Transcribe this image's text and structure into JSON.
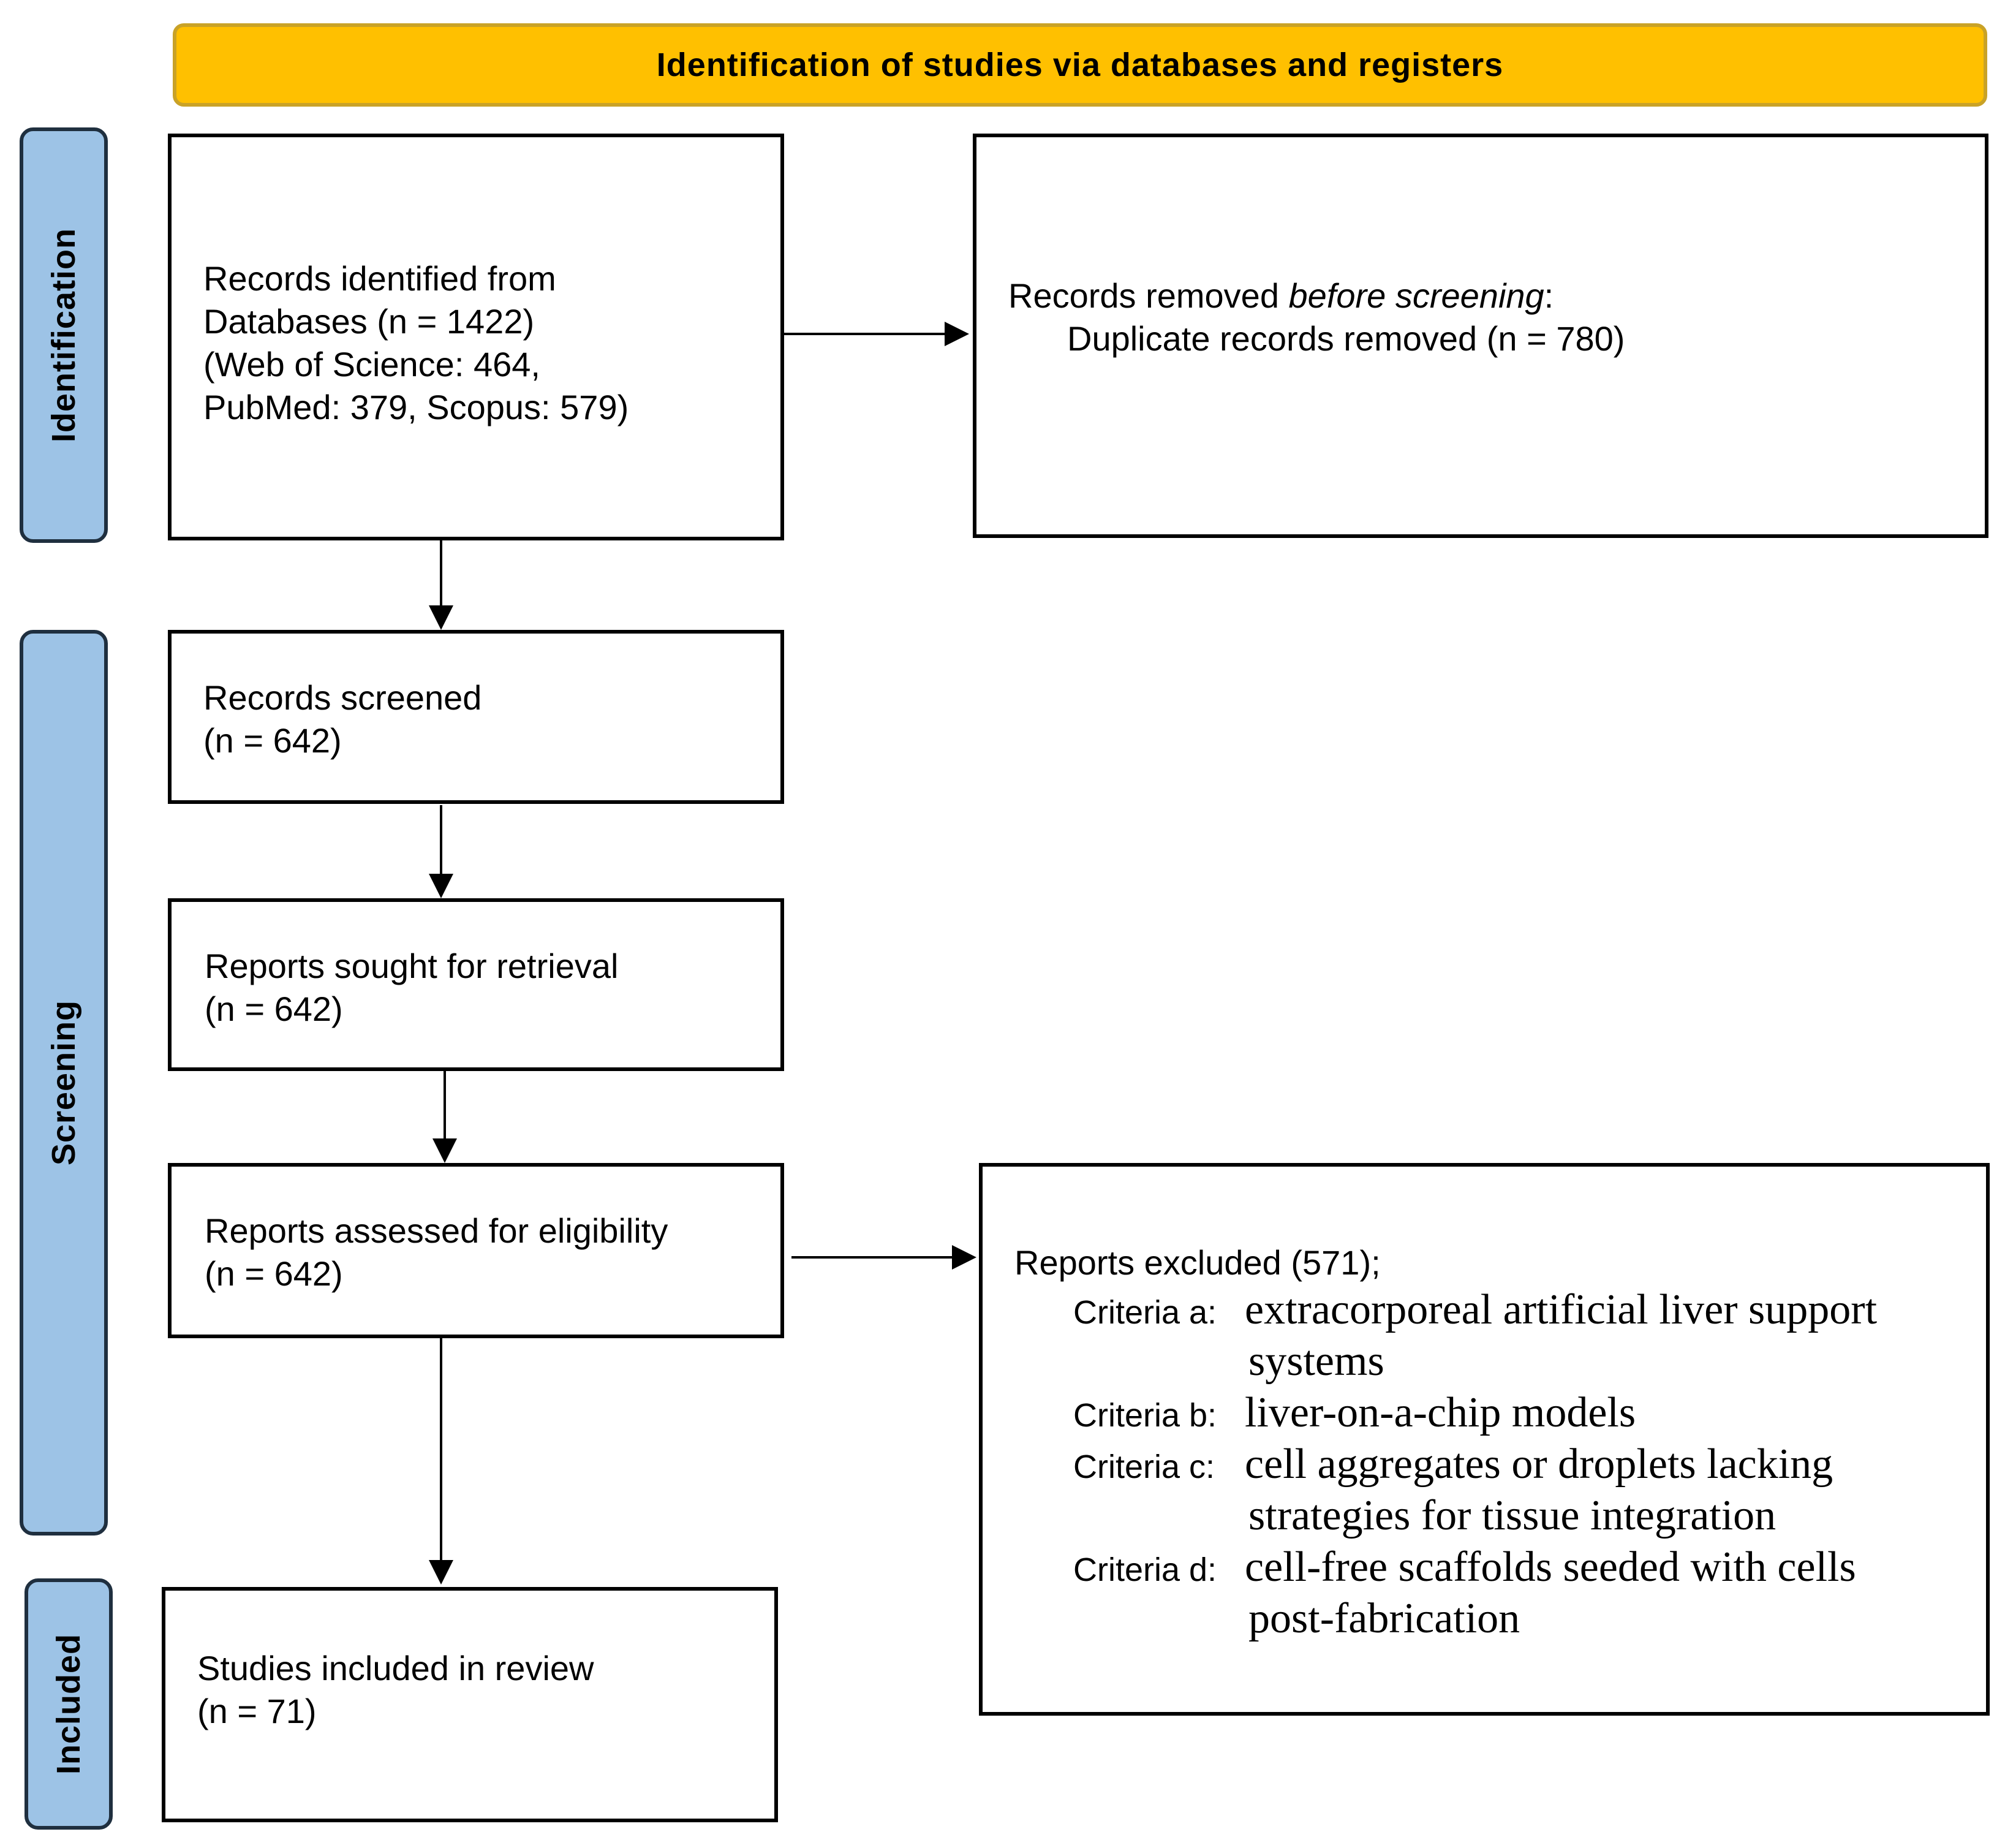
{
  "header": {
    "title": "Identification of studies via databases and registers"
  },
  "stages": {
    "identification": "Identification",
    "screening": "Screening",
    "included": "Included"
  },
  "boxes": {
    "records_identified": {
      "line1": "Records identified from",
      "line2": "Databases (n = 1422)",
      "line3": "(Web of Science: 464,",
      "line4": "PubMed: 379, Scopus: 579)"
    },
    "records_removed": {
      "prefix": "Records removed ",
      "emphasis": "before screening",
      "suffix": ":",
      "detail": "Duplicate records removed (n = 780)"
    },
    "records_screened": {
      "line1": "Records screened",
      "line2": "(n = 642)"
    },
    "reports_sought": {
      "line1": "Reports sought for retrieval",
      "line2": "(n = 642)"
    },
    "reports_assessed": {
      "line1": "Reports assessed for eligibility",
      "line2": "(n = 642)"
    },
    "reports_excluded": {
      "heading": "Reports excluded (571);",
      "criteria": [
        {
          "key": "Criteria a:",
          "text": "extracorporeal artificial liver support",
          "cont": "systems"
        },
        {
          "key": "Criteria b:",
          "text": "liver-on-a-chip models",
          "cont": ""
        },
        {
          "key": "Criteria c:",
          "text": "cell aggregates or droplets lacking",
          "cont": "strategies for tissue integration"
        },
        {
          "key": "Criteria d:",
          "text": "cell-free scaffolds seeded with cells",
          "cont": "post-fabrication"
        }
      ]
    },
    "studies_included": {
      "line1": "Studies included in review",
      "line2": "(n = 71)"
    }
  },
  "colors": {
    "header_fill": "#FFC000",
    "stage_fill": "#9DC3E6"
  }
}
